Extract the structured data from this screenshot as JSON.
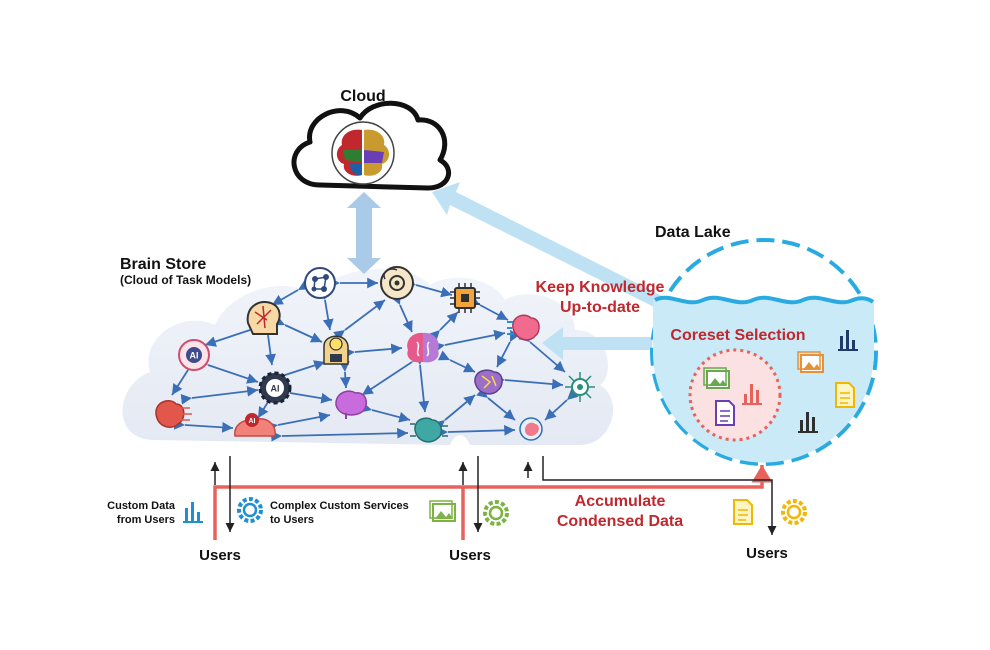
{
  "labels": {
    "cloud": "Cloud",
    "brain_store": "Brain Store",
    "brain_store_sub": "(Cloud of Task Models)",
    "data_lake": "Data Lake",
    "keep_knowledge_1": "Keep Knowledge",
    "keep_knowledge_2": "Up-to-date",
    "coreset_selection": "Coreset Selection",
    "accumulate_1": "Accumulate",
    "accumulate_2": "Condensed Data",
    "custom_data_1": "Custom Data",
    "custom_data_2": "from Users",
    "complex_services_1": "Complex Custom Services",
    "complex_services_2": "to Users",
    "users_1": "Users",
    "users_2": "Users",
    "users_3": "Users",
    "ai_badge": "AI"
  },
  "colors": {
    "accent_red": "#c0282d",
    "flow_red": "#e8625c",
    "light_blue": "#bfe1f4",
    "lake_blue": "#29abe2",
    "node_arrow": "#3a6fb8",
    "chart_blue": "#1f8fd1",
    "image_green": "#6aa84f",
    "doc_purple": "#6a3fb5",
    "doc_yellow": "#f2b705",
    "image_orange": "#e69138",
    "gear_green": "#7cb342",
    "gear_yellow": "#f2b705",
    "gear_blue": "#1f8fd1"
  },
  "icons": [
    "cloud-brain-icon",
    "ai-brain-icon",
    "neural-circuit-icon",
    "circuit-head-icon",
    "brain-gear-icon",
    "chip-icon",
    "pink-brain-icon",
    "ai-gear-icon",
    "lightbulb-head-icon",
    "colorful-brain-icon",
    "circuit-brain-icon",
    "brain-chip-icon",
    "network-icon",
    "gear-icon",
    "bar-chart-icon",
    "image-icon",
    "document-icon"
  ]
}
